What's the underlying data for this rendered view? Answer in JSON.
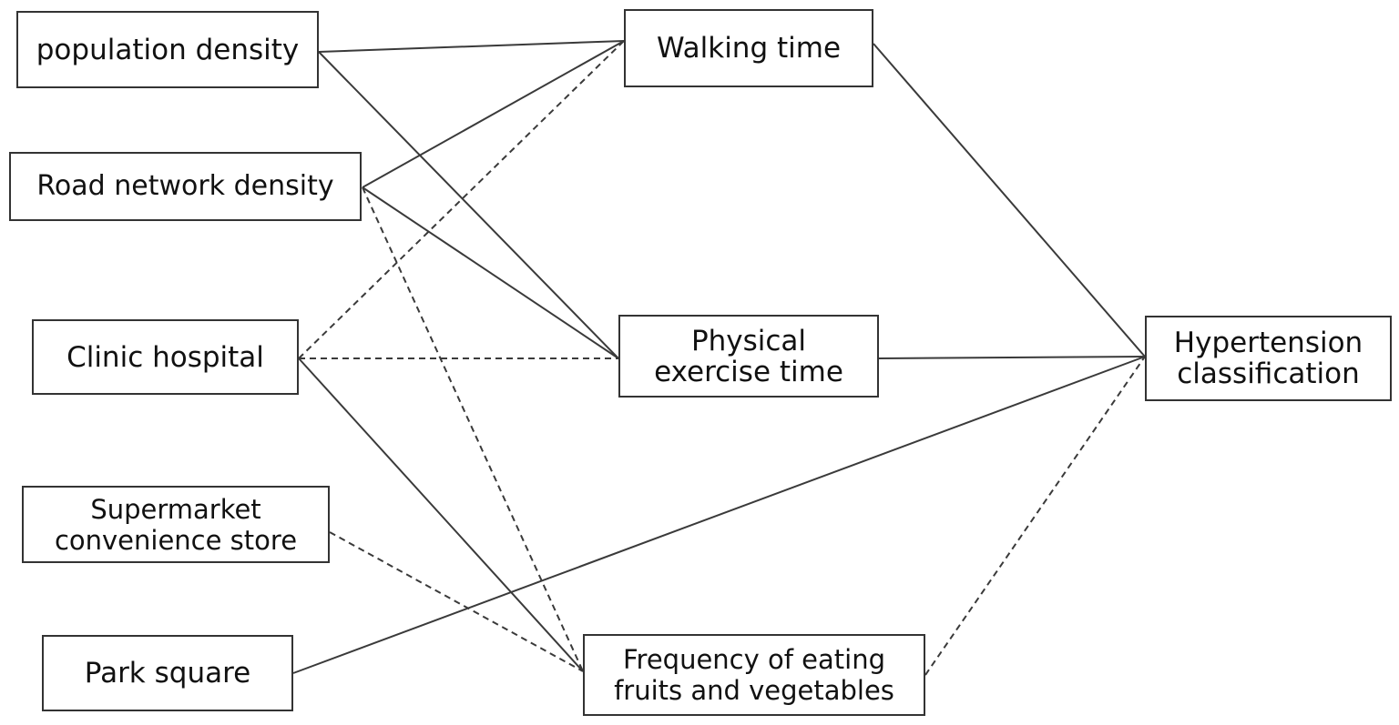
{
  "diagram": {
    "nodes": [
      {
        "id": "population-density",
        "lines": [
          "population density"
        ]
      },
      {
        "id": "road-network-density",
        "lines": [
          "Road network density"
        ]
      },
      {
        "id": "clinic-hospital",
        "lines": [
          "Clinic hospital"
        ]
      },
      {
        "id": "supermarket",
        "lines": [
          "Supermarket",
          "convenience store"
        ]
      },
      {
        "id": "park-square",
        "lines": [
          "Park square"
        ]
      },
      {
        "id": "walking-time",
        "lines": [
          "Walking time"
        ]
      },
      {
        "id": "physical-exercise-time",
        "lines": [
          "Physical",
          "exercise time"
        ]
      },
      {
        "id": "fruit-veg-frequency",
        "lines": [
          "Frequency of eating",
          "fruits and vegetables"
        ]
      },
      {
        "id": "hypertension",
        "lines": [
          "Hypertension",
          "classification"
        ]
      }
    ],
    "edges": [
      {
        "from": "population-density",
        "to": "walking-time",
        "style": "solid"
      },
      {
        "from": "population-density",
        "to": "physical-exercise-time",
        "style": "solid"
      },
      {
        "from": "road-network-density",
        "to": "walking-time",
        "style": "solid"
      },
      {
        "from": "road-network-density",
        "to": "physical-exercise-time",
        "style": "solid"
      },
      {
        "from": "road-network-density",
        "to": "fruit-veg-frequency",
        "style": "dashed"
      },
      {
        "from": "clinic-hospital",
        "to": "walking-time",
        "style": "dashed"
      },
      {
        "from": "clinic-hospital",
        "to": "physical-exercise-time",
        "style": "dashed"
      },
      {
        "from": "clinic-hospital",
        "to": "fruit-veg-frequency",
        "style": "solid"
      },
      {
        "from": "supermarket",
        "to": "fruit-veg-frequency",
        "style": "dashed"
      },
      {
        "from": "park-square",
        "to": "hypertension",
        "style": "solid"
      },
      {
        "from": "walking-time",
        "to": "hypertension",
        "style": "solid"
      },
      {
        "from": "physical-exercise-time",
        "to": "hypertension",
        "style": "solid"
      },
      {
        "from": "fruit-veg-frequency",
        "to": "hypertension",
        "style": "dashed"
      }
    ],
    "colors": {
      "line": "#3a3a3a",
      "border": "#333333",
      "text": "#111111"
    }
  }
}
